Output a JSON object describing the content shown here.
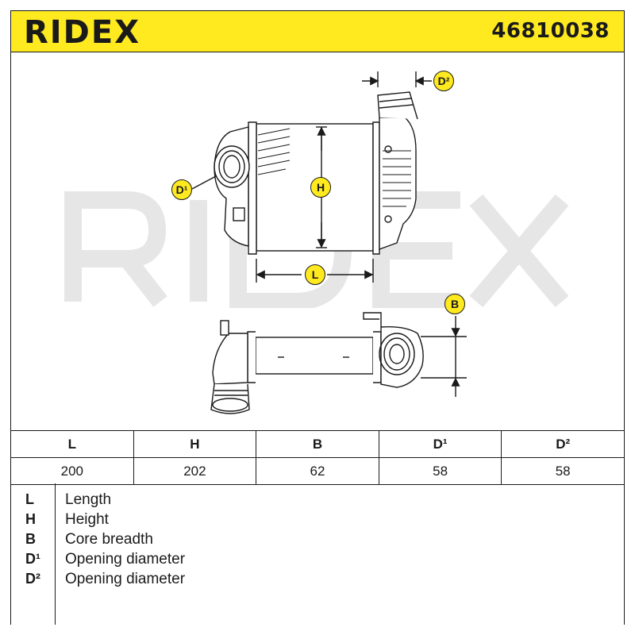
{
  "header": {
    "brand": "RIDEX",
    "part_number": "46810038"
  },
  "watermark": "RIDEX",
  "callouts": {
    "d2": "D²",
    "d1": "D¹",
    "h": "H",
    "l": "L",
    "b": "B"
  },
  "table": {
    "headers": [
      "L",
      "H",
      "B",
      "D¹",
      "D²"
    ],
    "values": [
      "200",
      "202",
      "62",
      "58",
      "58"
    ]
  },
  "legend": [
    {
      "code": "L",
      "text": "Length"
    },
    {
      "code": "H",
      "text": "Height"
    },
    {
      "code": "B",
      "text": "Core breadth"
    },
    {
      "code": "D¹",
      "text": "Opening diameter"
    },
    {
      "code": "D²",
      "text": "Opening diameter"
    }
  ],
  "colors": {
    "accent": "#ffe91f",
    "line": "#1a1a1a",
    "watermark": "#e6e6e6"
  }
}
